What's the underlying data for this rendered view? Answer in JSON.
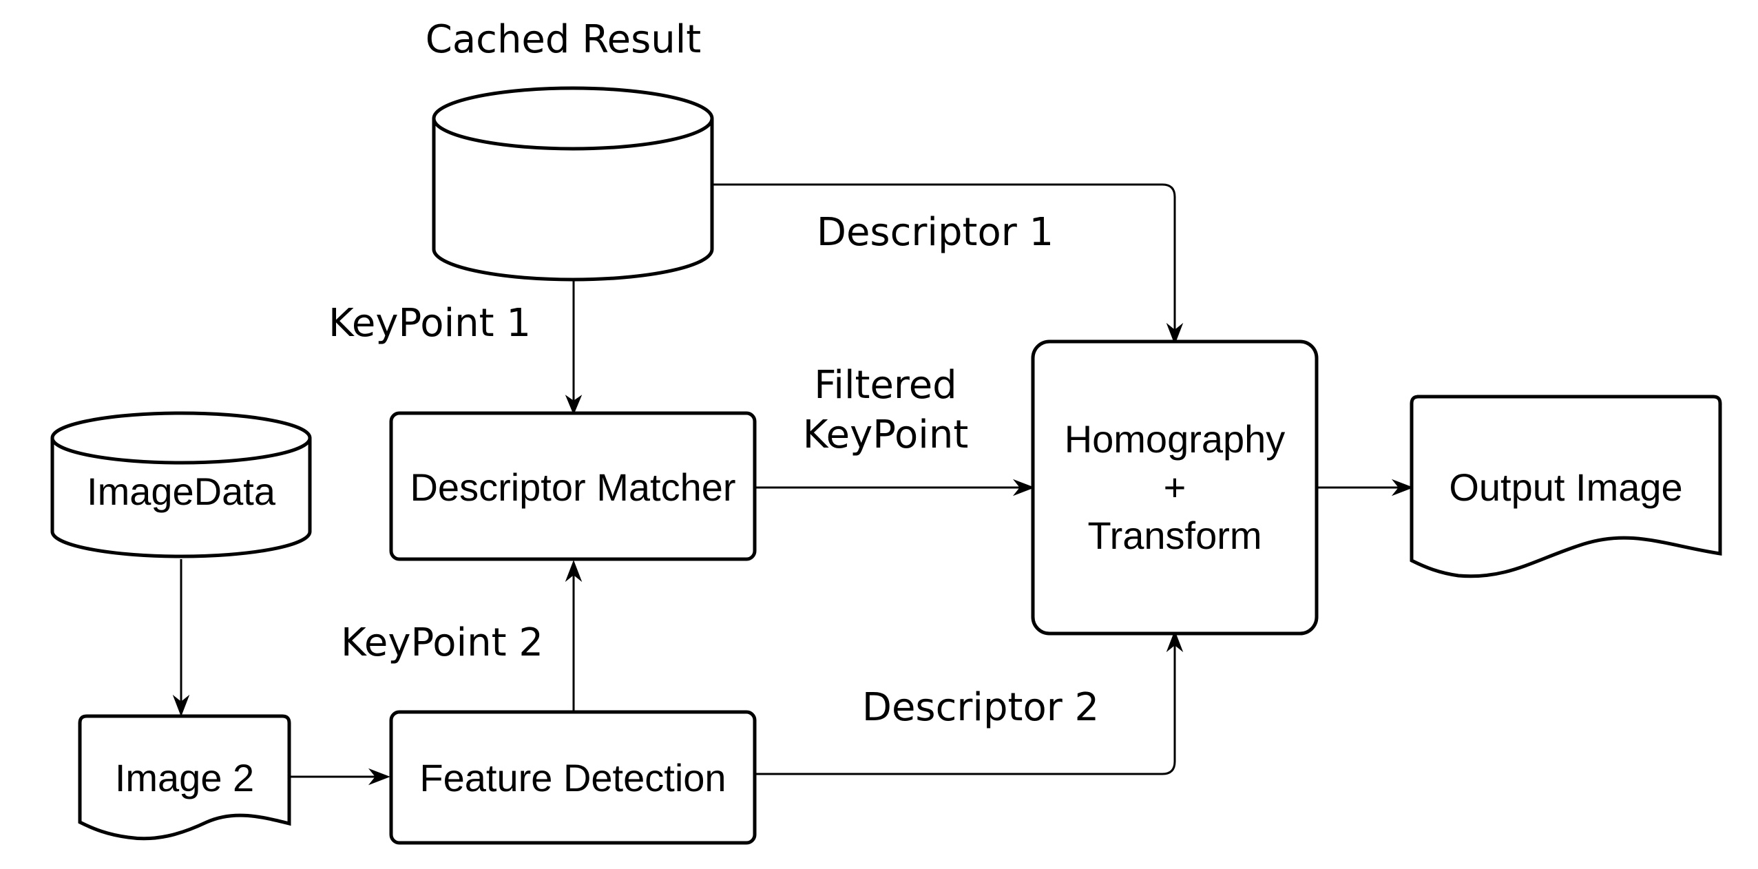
{
  "diagram": {
    "nodes": {
      "cached_result": {
        "label": "Cached Result"
      },
      "image_data": {
        "label": "ImageData"
      },
      "descriptor_matcher": {
        "label": "Descriptor Matcher"
      },
      "homography": {
        "line1": "Homography",
        "line2": "+",
        "line3": "Transform"
      },
      "output_image": {
        "label": "Output Image"
      },
      "image2": {
        "label": "Image 2"
      },
      "feature_detection": {
        "label": "Feature Detection"
      }
    },
    "edges": {
      "descriptor1": "Descriptor 1",
      "keypoint1": "KeyPoint 1",
      "filtered_keypoint": {
        "line1": "Filtered",
        "line2": "KeyPoint"
      },
      "keypoint2": "KeyPoint 2",
      "descriptor2": "Descriptor 2"
    }
  }
}
